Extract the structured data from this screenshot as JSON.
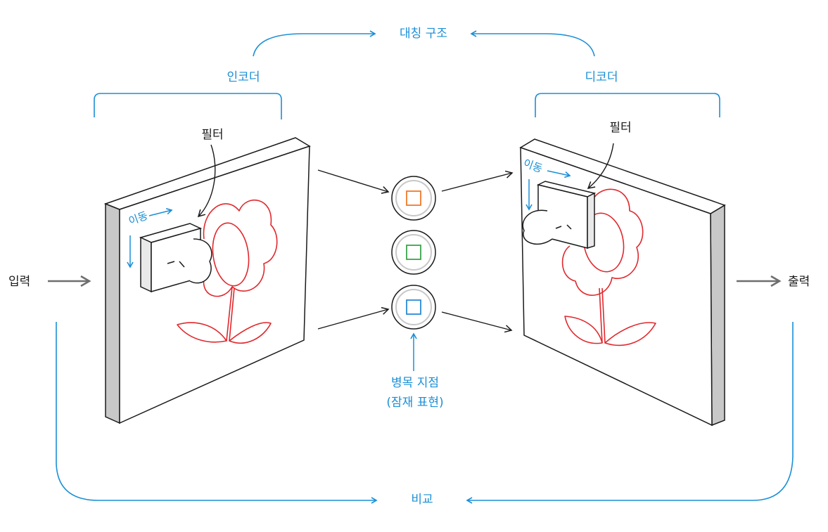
{
  "labels": {
    "symmetric_structure": "대칭 구조",
    "encoder": "인코더",
    "decoder": "디코더",
    "filter_left": "필터",
    "filter_right": "필터",
    "move_left": "이동",
    "move_right": "이동",
    "input": "입력",
    "output": "출력",
    "bottleneck_line1": "병목 지점",
    "bottleneck_line2": "(잠재 표현)",
    "compare": "비교"
  },
  "colors": {
    "annotation": "#1a8fd6",
    "flower": "#e0282d",
    "panel_side": "#c8c8c8",
    "latent_orange": "#f07a2a",
    "latent_green": "#3aa54a",
    "latent_blue": "#2a8ad6",
    "arrow_gray": "#6e6e6e"
  }
}
